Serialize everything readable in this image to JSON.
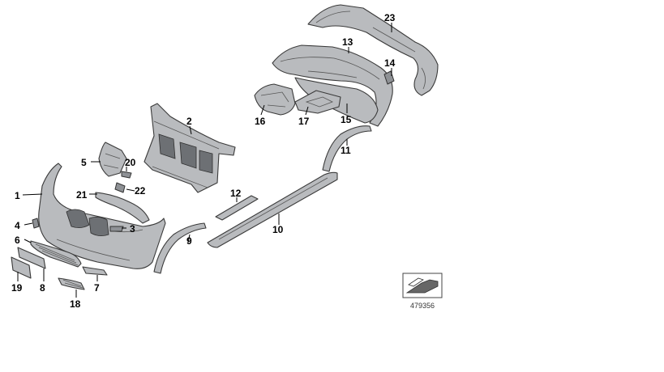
{
  "diagram": {
    "callouts": [
      "1",
      "2",
      "3",
      "4",
      "5",
      "6",
      "7",
      "8",
      "9",
      "10",
      "11",
      "12",
      "13",
      "14",
      "15",
      "16",
      "17",
      "18",
      "19",
      "20",
      "21",
      "22",
      "23"
    ],
    "reference_number": "479356",
    "reference_icon": "parts-catalog-icon"
  }
}
